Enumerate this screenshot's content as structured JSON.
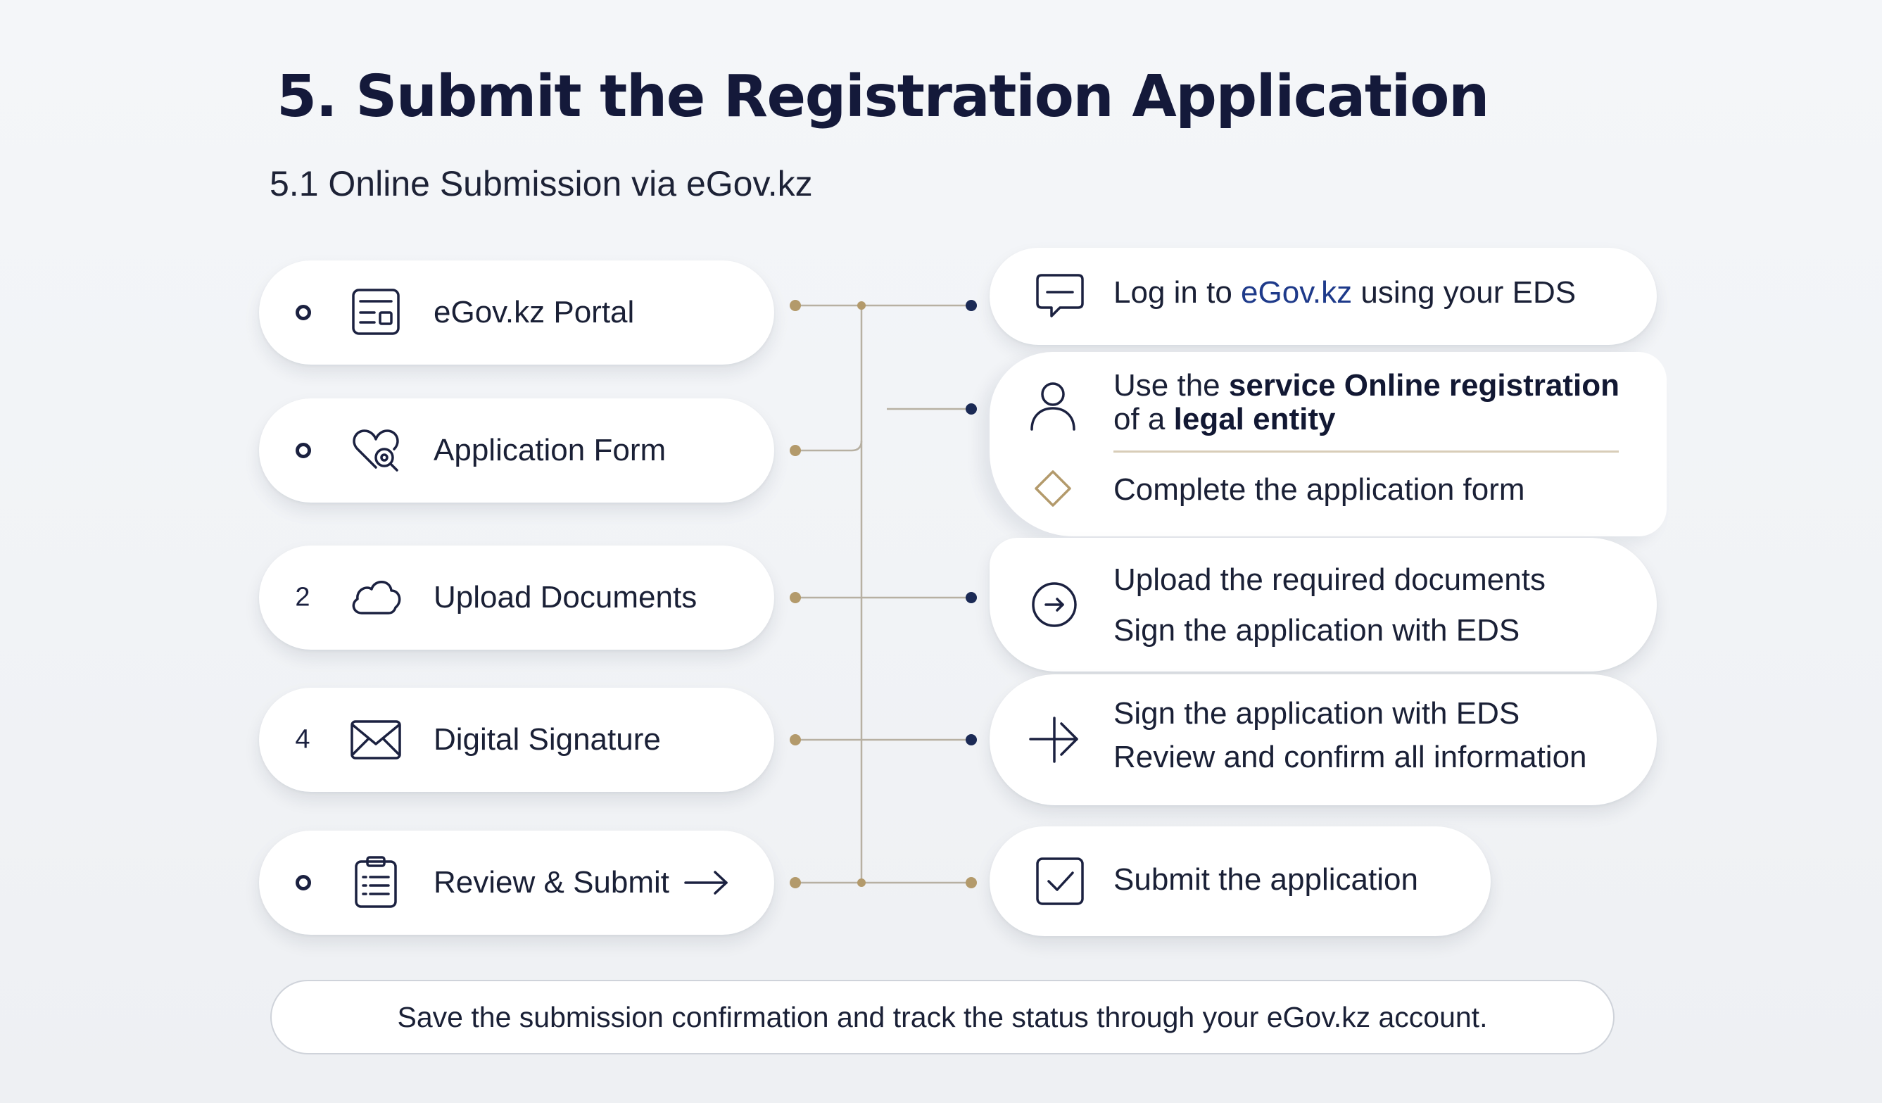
{
  "title": "5. Submit the Registration Application",
  "subtitle": "5.1 Online Submission via eGov.kz",
  "colors": {
    "navy": "#14193a",
    "gold": "#b39a6b",
    "dot_navy": "#1b2a55",
    "link_blue": "#1e3a8a"
  },
  "steps": [
    {
      "marker": "",
      "marker_style": "ring",
      "icon": "portal-window-icon",
      "label": "eGov.kz Portal"
    },
    {
      "marker": "",
      "marker_style": "ring",
      "icon": "heart-search-icon",
      "label": "Application Form"
    },
    {
      "marker": "2",
      "marker_style": "number",
      "icon": "cloud-icon",
      "label": "Upload Documents"
    },
    {
      "marker": "4",
      "marker_style": "number",
      "icon": "envelope-icon",
      "label": "Digital Signature"
    },
    {
      "marker": "",
      "marker_style": "ring",
      "icon": "clipboard-list-icon",
      "label": "Review & Submit",
      "trailing_icon": "arrow-right-icon"
    }
  ],
  "actions": {
    "login": {
      "icon": "chat-bubble-icon",
      "prefix": "Log in to ",
      "highlight": "eGov.kz",
      "suffix": " using your EDS"
    },
    "service": {
      "icon": "user-icon",
      "prefix": "Use the ",
      "bold1": "service Online registration",
      "line2_prefix": "of a ",
      "bold2": "legal entity"
    },
    "complete_form": {
      "icon": "diamond-icon",
      "text": "Complete the application form"
    },
    "upload": {
      "icon": "circle-arrow-icon",
      "line1": "Upload the required documents",
      "line2": "Sign the application with EDS"
    },
    "sign": {
      "icon": "plus-arrow-icon",
      "line1": "Sign the application with EDS",
      "line2": "Review and confirm all information"
    },
    "submit": {
      "icon": "checkbox-icon",
      "text": "Submit the application"
    }
  },
  "footer": "Save the submission confirmation and track the status through your eGov.kz account."
}
